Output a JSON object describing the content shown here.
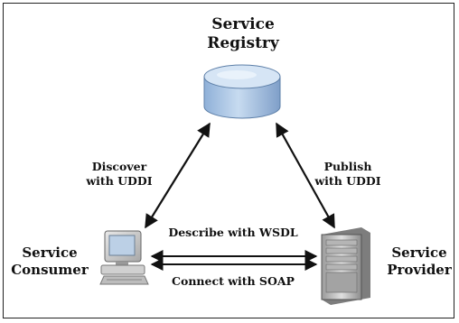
{
  "registry": {
    "line1": "Service",
    "line2": "Registry",
    "icon": "database-cylinder-icon"
  },
  "consumer": {
    "line1": "Service",
    "line2": "Consumer",
    "icon": "desktop-computer-icon"
  },
  "provider": {
    "line1": "Service",
    "line2": "Provider",
    "icon": "server-tower-icon"
  },
  "edges": {
    "discover": {
      "line1": "Discover",
      "line2": "with UDDI"
    },
    "publish": {
      "line1": "Publish",
      "line2": "with UDDI"
    },
    "describe": "Describe with WSDL",
    "connect": "Connect with SOAP"
  },
  "colors": {
    "cylinder": "#a9c4e4",
    "cylinder_top": "#d6e5f5",
    "server": "#c9c9c9",
    "arrow": "#111111"
  }
}
